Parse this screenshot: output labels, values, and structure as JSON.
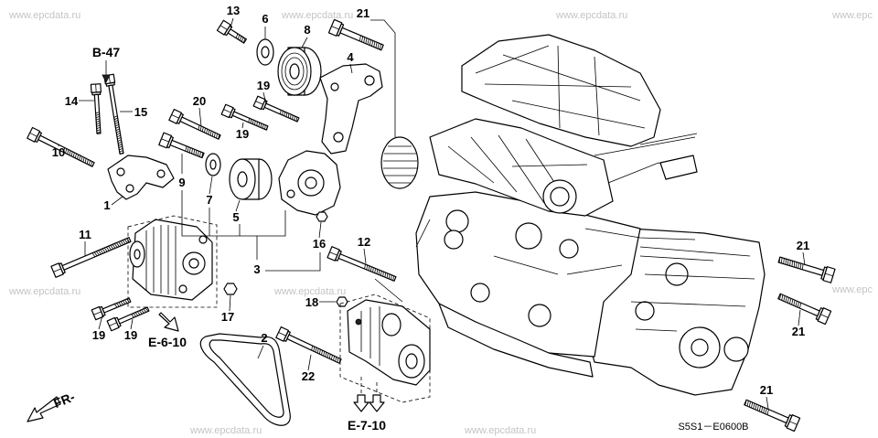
{
  "watermark": {
    "full": "www.epcdata.ru",
    "clipped": "www.epc"
  },
  "callouts": [
    "13",
    "6",
    "8",
    "21",
    "4",
    "14",
    "15",
    "20",
    "19",
    "19",
    "10",
    "9",
    "7",
    "1",
    "5",
    "11",
    "12",
    "16",
    "3",
    "17",
    "18",
    "19",
    "19",
    "2",
    "22",
    "21",
    "21",
    "21"
  ],
  "references": {
    "b47": "B-47",
    "e610": "E-6-10",
    "e710": "E-7-10"
  },
  "front_indicator": "FR-",
  "diagram_code": "S5S1－E0600B"
}
